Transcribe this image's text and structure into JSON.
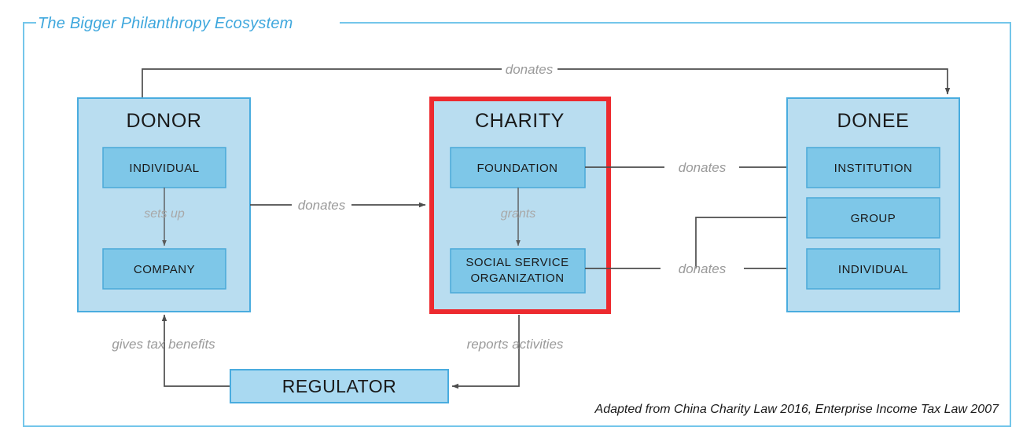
{
  "frame": {
    "title": "The Bigger Philanthropy Ecosystem",
    "border_color": "#74c6ea",
    "title_color": "#3ea7dd"
  },
  "source_note": "Adapted from China Charity Law 2016, Enterprise Income Tax Law 2007",
  "colors": {
    "group_fill": "#b9ddf0",
    "group_stroke": "#49acdf",
    "sub_fill": "#7ec7e8",
    "sub_stroke": "#4aa9d8",
    "highlight": "#ed2a2f",
    "arrow": "#4d4d4d",
    "edge_label": "#9a9a9a"
  },
  "groups": {
    "donor": {
      "label": "DONOR",
      "highlighted": false,
      "items": [
        {
          "label": "INDIVIDUAL"
        },
        {
          "label": "COMPANY"
        }
      ],
      "internal_edge": "sets up"
    },
    "charity": {
      "label": "CHARITY",
      "highlighted": true,
      "items": [
        {
          "label": "FOUNDATION"
        },
        {
          "label": "SOCIAL SERVICE\nORGANIZATION",
          "line1": "SOCIAL SERVICE",
          "line2": "ORGANIZATION"
        }
      ],
      "internal_edge": "grants"
    },
    "donee": {
      "label": "DONEE",
      "highlighted": false,
      "items": [
        {
          "label": "INSTITUTION"
        },
        {
          "label": "GROUP"
        },
        {
          "label": "INDIVIDUAL"
        }
      ]
    },
    "regulator": {
      "label": "REGULATOR"
    }
  },
  "edges": {
    "donor_to_donee": "donates",
    "donor_to_charity": "donates",
    "foundation_to_institution": "donates",
    "sso_to_donee": "donates",
    "donor_sets_up": "sets up",
    "charity_grants": "grants",
    "regulator_to_donor": "gives tax benefits",
    "charity_to_regulator": "reports activities"
  }
}
